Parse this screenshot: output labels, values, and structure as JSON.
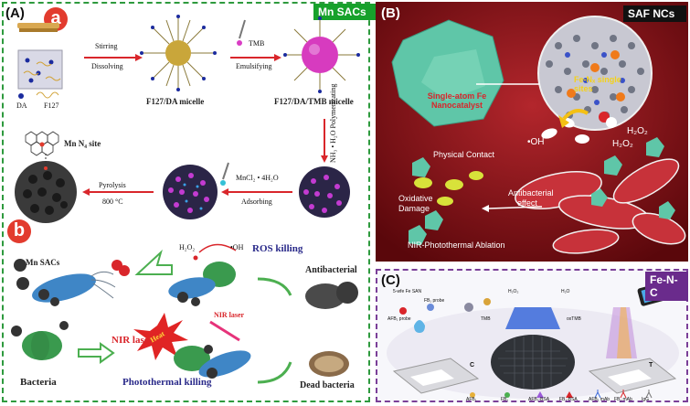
{
  "panel_a": {
    "label": "(A)",
    "tag": "Mn SACs",
    "sub_a": "a",
    "sub_b": "b",
    "da_label": "DA",
    "f127_label": "F127",
    "step1_top": "Stirring",
    "step1_bottom": "Dissolving",
    "micelle1": "F127/DA micelle",
    "tmb_label": "TMB",
    "step2": "Emulsifying",
    "micelle2": "F127/DA/TMB micelle",
    "polymerizing_label": "NH₃ • H₂O  Polymerizating",
    "adsorbing_top": "MnCl₂ • 4H₂O",
    "adsorbing_bottom": "Adsorbing",
    "pyrolysis_top": "Pyrolysis",
    "pyrolysis_bottom": "800 °C",
    "mn_site": "Mn N₄ site",
    "mn_sacs": "Mn SACs",
    "h2o2": "H₂O₂",
    "oh": "•OH",
    "ros_killing": "ROS  killing",
    "antibacterial": "Antibacterial",
    "nir_laser_1": "NIR laser",
    "nir_laser_2": "NIR laser",
    "heat": "Heat",
    "bacteria": "Bacteria",
    "photothermal_killing": "Photothermal  killing",
    "dead_bacteria": "Dead bacteria"
  },
  "panel_b": {
    "label": "(B)",
    "tag": "SAF NCs",
    "nanocatalyst": "Single-atom Fe Nanocatalyst",
    "fe_sites": "Fe-Nₓ single sites",
    "oh": "•OH",
    "h2o2_a": "H₂O₂",
    "h2o2_b": "H₂O₂",
    "physical_contact": "Physical Contact",
    "oxidative_1": "Oxidative",
    "oxidative_2": "Damage",
    "antibacterial_1": "Antibacterial",
    "antibacterial_2": "effect",
    "nir_ablation": "NIR-Photothermal Ablation"
  },
  "panel_c": {
    "label": "(C)",
    "tag": "Fe-N-C",
    "sensor_labels": [
      "5-wfe Fe SAN",
      "FB₁ probe",
      "AFB₁ probe",
      "TMB",
      "H₂O₂",
      "H₂O",
      "oxTMB",
      "C",
      "T"
    ],
    "legend": [
      "AFB₁",
      "FB₁",
      "AFB₁-BSA",
      "FB₁-BSA",
      "AFB₁ mAb",
      "FB₁ mAb",
      "IgG"
    ]
  },
  "colors": {
    "green_border": "#2e9a3e",
    "purple_border": "#7a3f98",
    "badge_red": "#e23b2e",
    "arrow_red": "#d9262b",
    "panel_b_bg": "#6b0b10",
    "bacteria_blue": "#3f86c6",
    "bacteria_green": "#3a9a4e",
    "fe_teal": "#5fc6a8"
  }
}
